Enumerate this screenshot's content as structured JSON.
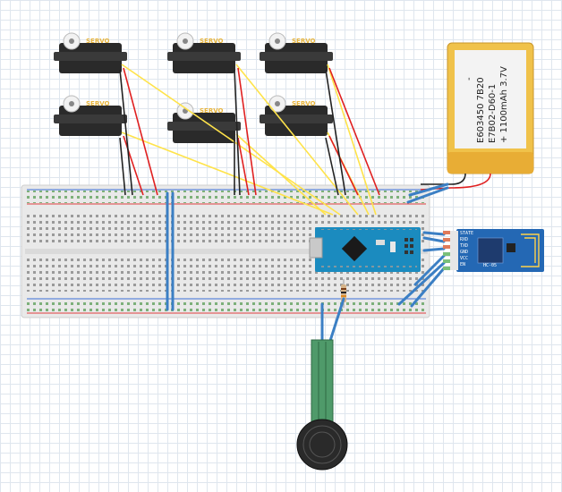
{
  "servo": {
    "label": "SERVO"
  },
  "battery": {
    "line1": "E603450 7B20",
    "line2": "E7B02-D60-1",
    "line3": "+ 1100mAh 3.7V",
    "minus": "-"
  },
  "bluetooth": {
    "model": "HC-05",
    "pins": [
      "STATE",
      "RXD",
      "TXD",
      "GND",
      "VCC",
      "EN"
    ]
  },
  "colors": {
    "signal_wire": "#ffe34a",
    "power_wire": "#e02020",
    "ground_wire": "#222222",
    "jumper_wire": "#3b7fc4",
    "arduino": "#1b8bbf",
    "bt_board": "#2468b4",
    "battery": "#f0c24a"
  }
}
